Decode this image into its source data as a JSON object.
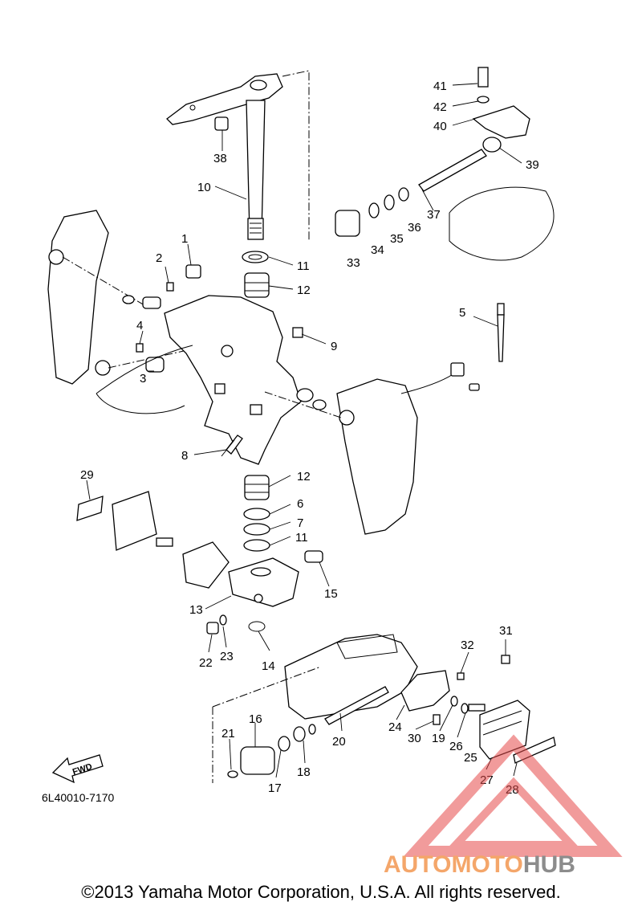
{
  "diagram": {
    "code": "6L40010-7170",
    "fwd_label": "FWD",
    "callouts": {
      "c1": "1",
      "c2": "2",
      "c3": "3",
      "c4": "4",
      "c5": "5",
      "c6": "6",
      "c7": "7",
      "c8": "8",
      "c9": "9",
      "c10": "10",
      "c11a": "11",
      "c11b": "11",
      "c12a": "12",
      "c12b": "12",
      "c13": "13",
      "c14": "14",
      "c15": "15",
      "c16": "16",
      "c17": "17",
      "c18": "18",
      "c19": "19",
      "c20": "20",
      "c21": "21",
      "c22": "22",
      "c23": "23",
      "c24": "24",
      "c25": "25",
      "c26": "26",
      "c27": "27",
      "c28": "28",
      "c29": "29",
      "c30": "30",
      "c31": "31",
      "c32": "32",
      "c33": "33",
      "c34": "34",
      "c35": "35",
      "c36": "36",
      "c37": "37",
      "c38": "38",
      "c39": "39",
      "c40": "40",
      "c41": "41",
      "c42": "42"
    }
  },
  "watermark": {
    "prefix": "AUTOMOTO",
    "suffix": "HUB",
    "prefix_color": "#f4a66a",
    "suffix_color": "#8c8c8c",
    "triangle_color": "#e64a4a"
  },
  "footer": {
    "copyright": "©2013 Yamaha Motor Corporation, U.S.A. All rights reserved."
  }
}
